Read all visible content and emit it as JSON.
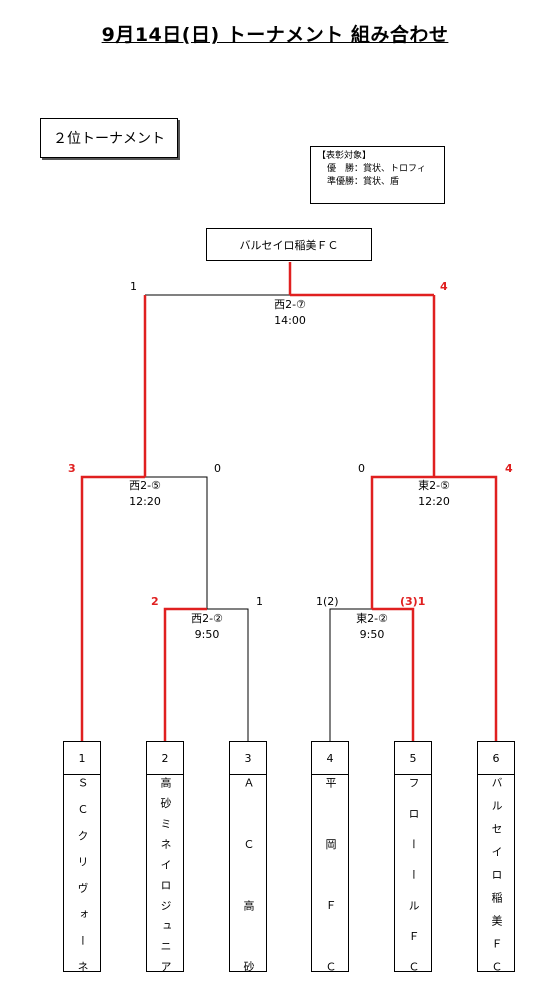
{
  "title": "9月14日(日)  トーナメント  組み合わせ",
  "tournament_label": "２位トーナメント",
  "awards": {
    "heading": "【表彰対象】",
    "winner": "優　勝：賞状、トロフィ",
    "runner_up": "準優勝：賞状、盾"
  },
  "champion": "バルセイロ稲美ＦＣ",
  "matches": {
    "final": {
      "venue": "西2-⑦",
      "time": "14:00",
      "score_left": "1",
      "score_right": "4"
    },
    "semi_left": {
      "venue": "西2-⑤",
      "time": "12:20",
      "score_left": "3",
      "score_right": "0"
    },
    "semi_right": {
      "venue": "東2-⑤",
      "time": "12:20",
      "score_left": "0",
      "score_right": "4"
    },
    "qf_left": {
      "venue": "西2-②",
      "time": "9:50",
      "score_left": "2",
      "score_right": "1"
    },
    "qf_right": {
      "venue": "東2-②",
      "time": "9:50",
      "score_left": "1(2)",
      "score_right": "(3)1"
    }
  },
  "teams": [
    {
      "num": "1",
      "name": "ＳＣクリヴォーネ"
    },
    {
      "num": "2",
      "name": "高砂ミネイロジュニア"
    },
    {
      "num": "3",
      "name": "ＡＣ高砂"
    },
    {
      "num": "4",
      "name": "平岡ＦＣ"
    },
    {
      "num": "5",
      "name": "フローールＦＣ"
    },
    {
      "num": "6",
      "name": "バルセイロ稲美ＦＣ"
    }
  ],
  "colors": {
    "winner_line": "#e02020",
    "line": "#000000"
  }
}
